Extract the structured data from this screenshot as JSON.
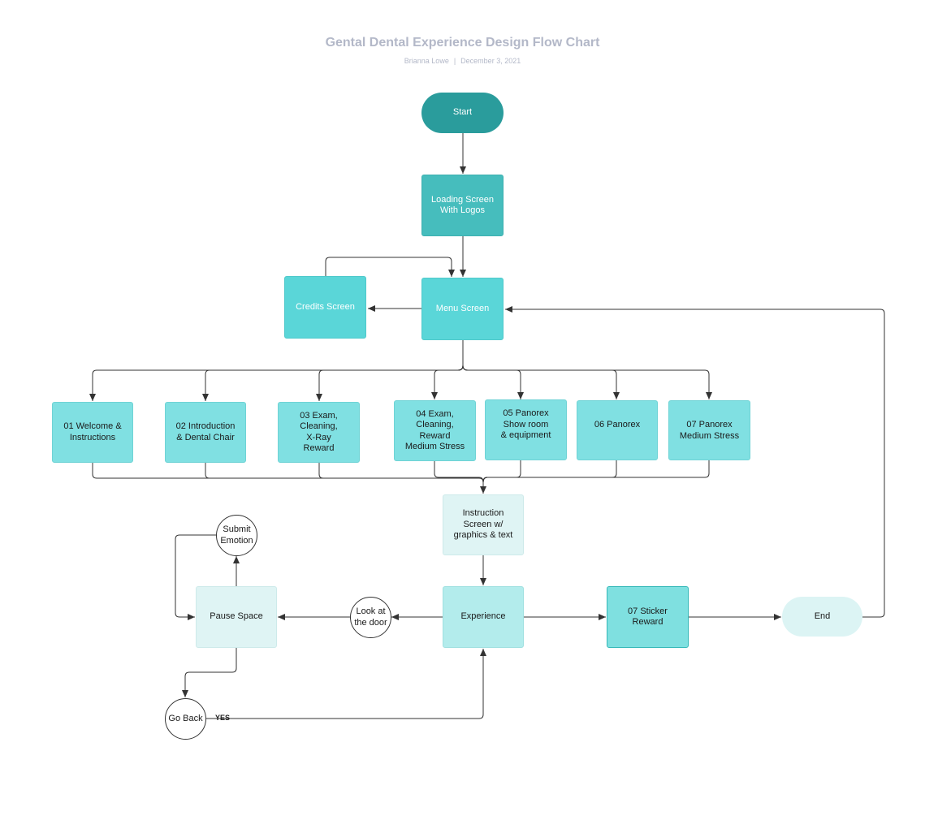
{
  "header": {
    "title": "Gental Dental Experience Design Flow Chart",
    "author": "Brianna Lowe",
    "separator": "|",
    "date": "December 3, 2021"
  },
  "nodes": {
    "start": "Start",
    "loading": "Loading Screen\nWith Logos",
    "credits": "Credits Screen",
    "menu": "Menu Screen",
    "s01": "01 Welcome &\nInstructions",
    "s02": "02 Introduction\n& Dental Chair",
    "s03": "03 Exam,\nCleaning,\nX-Ray\nReward",
    "s04": "04 Exam,\nCleaning,\nReward\nMedium Stress",
    "s05": "05 Panorex\nShow room\n& equipment",
    "s06": "06 Panorex",
    "s07": "07 Panorex\nMedium Stress",
    "instruction": "Instruction\nScreen w/\ngraphics & text",
    "experience": "Experience",
    "sticker": "07 Sticker\nReward",
    "end": "End",
    "look": "Look at\nthe door",
    "pause": "Pause Space",
    "submit": "Submit\nEmotion",
    "goback": "Go Back"
  },
  "edge_labels": {
    "yes": "YES"
  },
  "colors": {
    "start": "#2a9c9c",
    "loading": "#46bdbd",
    "menu": "#5ad6d8",
    "scenario": "#80e0e2",
    "instruction": "#dff4f4",
    "experience": "#b3ecec",
    "line": "#333333"
  }
}
